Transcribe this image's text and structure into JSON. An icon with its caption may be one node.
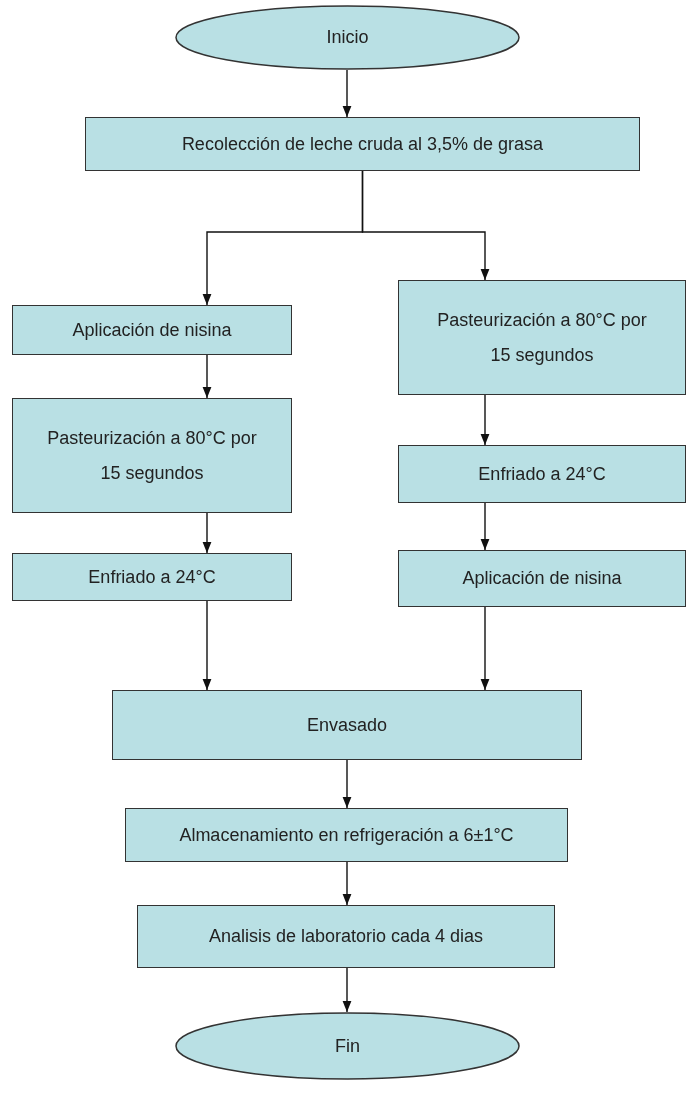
{
  "diagram": {
    "nodes": [
      {
        "text": [
          "Inicio"
        ]
      },
      {
        "text": [
          "Recolección de leche cruda al 3,5% de grasa"
        ]
      },
      {
        "text": [
          "Aplicación de nisina"
        ]
      },
      {
        "text": [
          "Pasteurización a 80°C por 15 segundos"
        ]
      },
      {
        "text": [
          "Enfriado a 24°C"
        ]
      },
      {
        "text": [
          "Pasteurización a 80°C por 15 segundos"
        ]
      },
      {
        "text": [
          "Enfriado a 24°C"
        ]
      },
      {
        "text": [
          "Aplicación de nisina"
        ]
      },
      {
        "text": [
          "Envasado"
        ]
      },
      {
        "text": [
          "Almacenamiento en refrigeración a 6±1°C"
        ]
      },
      {
        "text": [
          "Analisis de laboratorio cada 4 dias"
        ]
      },
      {
        "text": [
          "Fin"
        ]
      }
    ],
    "edges": [
      {
        "from": 0,
        "to": 1,
        "arrow": "to"
      },
      {
        "from": 1,
        "to": 2,
        "arrow": "to"
      },
      {
        "from": 1,
        "to": 5,
        "arrow": "to"
      },
      {
        "from": 2,
        "to": 3,
        "arrow": "to"
      },
      {
        "from": 3,
        "to": 4,
        "arrow": "to"
      },
      {
        "from": 5,
        "to": 6,
        "arrow": "to"
      },
      {
        "from": 6,
        "to": 7,
        "arrow": "to"
      },
      {
        "from": 4,
        "to": 8,
        "arrow": "to"
      },
      {
        "from": 7,
        "to": 8,
        "arrow": "to"
      },
      {
        "from": 8,
        "to": 9,
        "arrow": "to"
      },
      {
        "from": 9,
        "to": 10,
        "arrow": "to"
      },
      {
        "from": 10,
        "to": 11,
        "arrow": "to"
      }
    ]
  }
}
